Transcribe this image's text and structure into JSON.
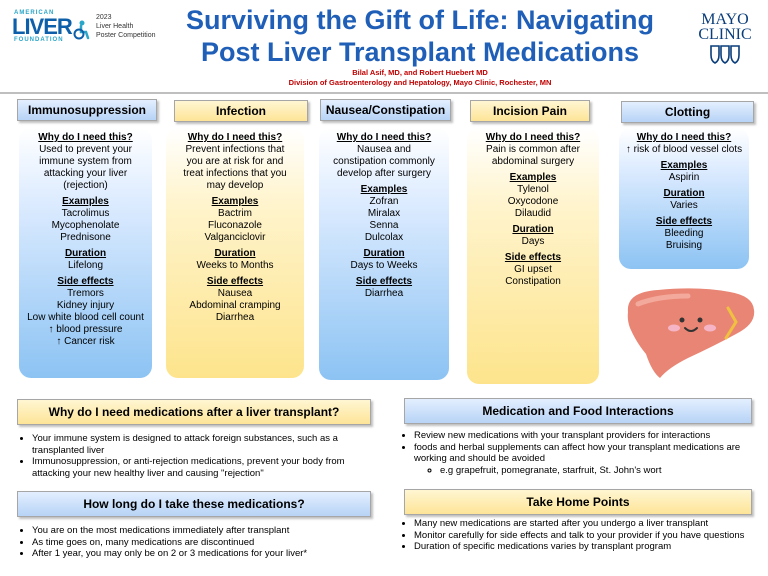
{
  "header": {
    "logo": {
      "top": "AMERICAN",
      "main": "LIVER",
      "bottom": "FOUNDATION",
      "caption_line1": "2023",
      "caption_line2": "Liver Health",
      "caption_line3": "Poster Competition"
    },
    "title_line1": "Surviving the Gift of Life: Navigating",
    "title_line2": "Post Liver Transplant Medications",
    "authors": "Bilal Asif, MD, and Robert Huebert MD",
    "division": "Division of Gastroenterology and Hepatology, Mayo Clinic, Rochester, MN",
    "mayo_line1": "MAYO",
    "mayo_line2": "CLINIC"
  },
  "categories": [
    {
      "title": "Immunosuppression",
      "color": "blue",
      "why_label": "Why do I need this?",
      "why": [
        "Used to prevent your",
        "immune system from",
        "attacking your liver",
        "(rejection)"
      ],
      "examples_label": "Examples",
      "examples": [
        "Tacrolimus",
        "Mycophenolate",
        "Prednisone"
      ],
      "duration_label": "Duration",
      "duration": [
        "Lifelong"
      ],
      "side_label": "Side effects",
      "side": [
        "Tremors",
        "Kidney injury",
        "Low white blood cell count",
        "↑ blood pressure",
        "↑ Cancer risk"
      ]
    },
    {
      "title": "Infection",
      "color": "yellow",
      "why_label": "Why do I need this?",
      "why": [
        "Prevent infections that",
        "you are at risk for and",
        "treat infections that you",
        "may develop"
      ],
      "examples_label": "Examples",
      "examples": [
        "Bactrim",
        "Fluconazole",
        "Valganciclovir"
      ],
      "duration_label": "Duration",
      "duration": [
        "Weeks to Months"
      ],
      "side_label": "Side effects",
      "side": [
        "Nausea",
        "Abdominal cramping",
        "Diarrhea"
      ]
    },
    {
      "title": "Nausea/Constipation",
      "color": "blue",
      "why_label": "Why do I need this?",
      "why": [
        "Nausea and",
        "constipation commonly",
        "develop after surgery"
      ],
      "examples_label": "Examples",
      "examples": [
        "Zofran",
        "Miralax",
        "Senna",
        "Dulcolax"
      ],
      "duration_label": "Duration",
      "duration": [
        "Days to Weeks"
      ],
      "side_label": "Side effects",
      "side": [
        "Diarrhea"
      ]
    },
    {
      "title": "Incision Pain",
      "color": "yellow",
      "why_label": "Why do I need this?",
      "why": [
        "Pain is common after",
        "abdominal surgery"
      ],
      "examples_label": "Examples",
      "examples": [
        "Tylenol",
        "Oxycodone",
        "Dilaudid"
      ],
      "duration_label": "Duration",
      "duration": [
        "Days"
      ],
      "side_label": "Side effects",
      "side": [
        "GI upset",
        "Constipation"
      ]
    },
    {
      "title": "Clotting",
      "color": "blue",
      "why_label": "Why do I need this?",
      "why": [
        "↑ risk of blood vessel clots"
      ],
      "examples_label": "Examples",
      "examples": [
        "Aspirin"
      ],
      "duration_label": "Duration",
      "duration": [
        "Varies"
      ],
      "side_label": "Side effects",
      "side": [
        "Bleeding",
        "Bruising"
      ]
    }
  ],
  "why_meds": {
    "title": "Why do I need medications after a liver transplant?",
    "bullets": [
      "Your immune system is designed to attack foreign substances,  such as a transplanted liver",
      "Immunosuppression,  or anti-rejection medications, prevent your body from attacking your new healthy liver and causing \"rejection\""
    ]
  },
  "how_long": {
    "title": "How long do I take these medications?",
    "bullets": [
      "You are on the most medications immediately after transplant",
      "As time goes on, many medications are discontinued",
      "After 1 year, you may only be on 2 or 3 medications for your liver*"
    ]
  },
  "interactions": {
    "title": "Medication and Food Interactions",
    "bullets": [
      "Review new medications with your transplant  providers for interactions",
      "foods and herbal supplements  can affect how your transplant medications are working and should be avoided"
    ],
    "sub_bullet": "e.g grapefruit, pomegranate, starfruit, St. John's wort"
  },
  "take_home": {
    "title": "Take Home Points",
    "bullets": [
      "Many new medications are started after you undergo a liver transplant",
      "Monitor carefully for side effects and talk to your provider if you have questions",
      "Duration of specific medications varies by transplant program"
    ]
  },
  "colors": {
    "title": "#1f5fb7",
    "authors": "#c00000",
    "blue_fill": "#8cc3f3",
    "yellow_fill": "#fde48c",
    "liver": "#e98574"
  },
  "icons": [
    "liver-mascot-icon",
    "wheelchair-figure-icon",
    "mayo-shields-icon"
  ]
}
